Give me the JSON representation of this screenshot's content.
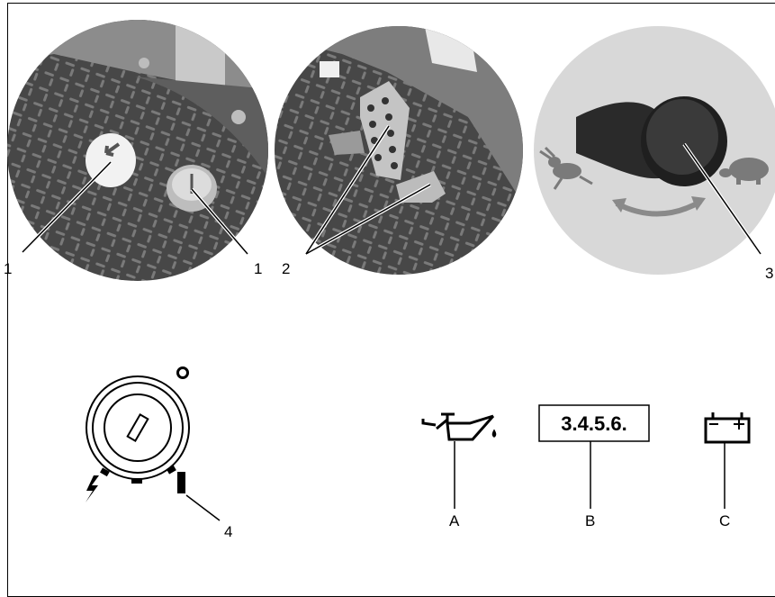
{
  "callouts": {
    "c1a": "1",
    "c1b": "1",
    "c2": "2",
    "c3": "3",
    "c4": "4",
    "ca": "A",
    "cb": "B",
    "cc": "C"
  },
  "display": {
    "text": "3.4.5.6."
  },
  "icons": {
    "oil": "oil-can-icon",
    "battery": "battery-icon",
    "ignition": "ignition-switch-icon",
    "rabbit": "rabbit-icon",
    "turtle": "turtle-icon"
  },
  "colors": {
    "floor": "#3c3c3c",
    "knob_bg": "#d8d8d8",
    "knob": "#2a2a2a"
  }
}
